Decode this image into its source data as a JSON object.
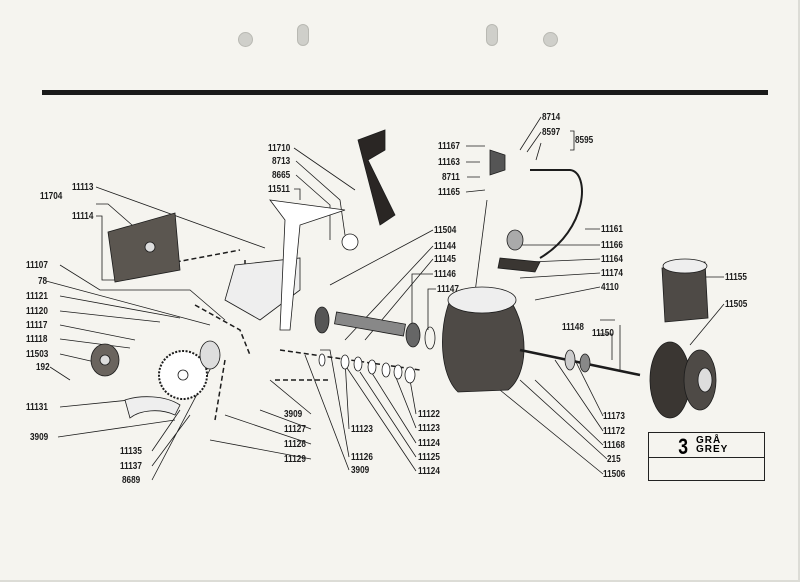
{
  "sheet": {
    "color_number": "3",
    "color_name_sv": "GRÅ",
    "color_name_en": "GREY"
  },
  "labels": {
    "l11704": "11704",
    "l11113": "11113",
    "l11114": "11114",
    "l11107": "11107",
    "l78": "78",
    "l11121": "11121",
    "l11120": "11120",
    "l11117": "11117",
    "l11118": "11118",
    "l11503": "11503",
    "l192": "192",
    "l11131": "11131",
    "l3909a": "3909",
    "l11135": "11135",
    "l11137": "11137",
    "l8689": "8689",
    "l11710": "11710",
    "l8713": "8713",
    "l8665": "8665",
    "l11511": "11511",
    "l11167": "11167",
    "l11163": "11163",
    "l8711": "8711",
    "l11165": "11165",
    "l8714": "8714",
    "l8597": "8597",
    "l8595": "8595",
    "l11504": "11504",
    "l11144": "11144",
    "l11145": "11145",
    "l11146": "11146",
    "l11147": "11147",
    "l11161": "11161",
    "l11166": "11166",
    "l11164": "11164",
    "l11174": "11174",
    "l4110": "4110",
    "l11155": "11155",
    "l11505": "11505",
    "l11148": "11148",
    "l11150": "11150",
    "l3909b": "3909",
    "l11127": "11127",
    "l11128": "11128",
    "l11129": "11129",
    "l11123a": "11123",
    "l11126": "11126",
    "l3909c": "3909",
    "l11122": "11122",
    "l11123b": "11123",
    "l11124a": "11124",
    "l11125": "11125",
    "l11124b": "11124",
    "l11173": "11173",
    "l11172": "11172",
    "l11168": "11168",
    "l215": "215",
    "l11506": "11506"
  },
  "colors": {
    "ink": "#1c1c1c",
    "paper": "#f5f4ef"
  }
}
